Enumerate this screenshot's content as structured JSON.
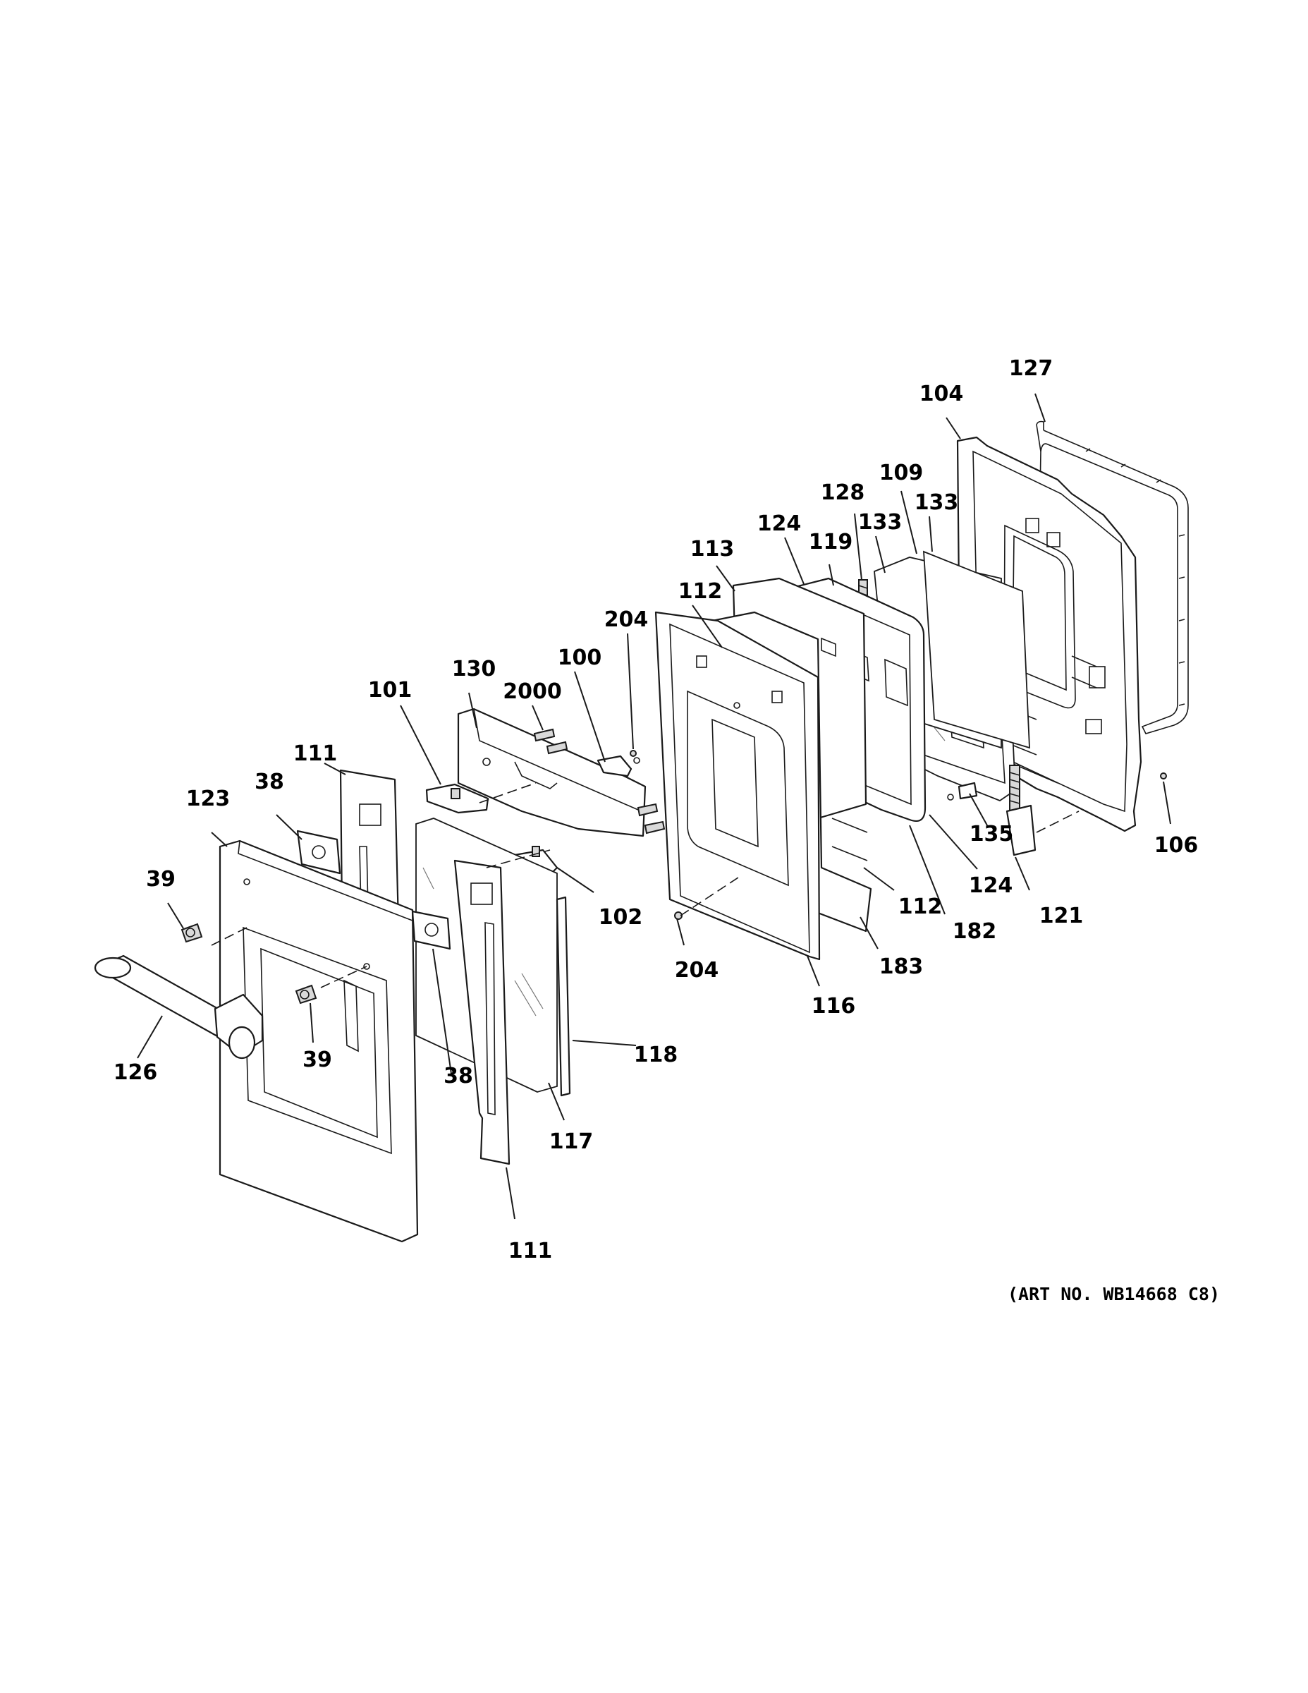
{
  "callouts": [
    {
      "id": "c127",
      "label": "127"
    },
    {
      "id": "c104",
      "label": "104"
    },
    {
      "id": "c109",
      "label": "109"
    },
    {
      "id": "c128",
      "label": "128"
    },
    {
      "id": "c133a",
      "label": "133"
    },
    {
      "id": "c133b",
      "label": "133"
    },
    {
      "id": "c124a",
      "label": "124"
    },
    {
      "id": "c119",
      "label": "119"
    },
    {
      "id": "c113",
      "label": "113"
    },
    {
      "id": "c112a",
      "label": "112"
    },
    {
      "id": "c204a",
      "label": "204"
    },
    {
      "id": "c100",
      "label": "100"
    },
    {
      "id": "c130",
      "label": "130"
    },
    {
      "id": "c2000",
      "label": "2000"
    },
    {
      "id": "c101",
      "label": "101"
    },
    {
      "id": "c111a",
      "label": "111"
    },
    {
      "id": "c38a",
      "label": "38"
    },
    {
      "id": "c123",
      "label": "123"
    },
    {
      "id": "c39a",
      "label": "39"
    },
    {
      "id": "c102",
      "label": "102"
    },
    {
      "id": "c135",
      "label": "135"
    },
    {
      "id": "c106",
      "label": "106"
    },
    {
      "id": "c124b",
      "label": "124"
    },
    {
      "id": "c112b",
      "label": "112"
    },
    {
      "id": "c121",
      "label": "121"
    },
    {
      "id": "c182",
      "label": "182"
    },
    {
      "id": "c204b",
      "label": "204"
    },
    {
      "id": "c183",
      "label": "183"
    },
    {
      "id": "c116",
      "label": "116"
    },
    {
      "id": "c39b",
      "label": "39"
    },
    {
      "id": "c38b",
      "label": "38"
    },
    {
      "id": "c118",
      "label": "118"
    },
    {
      "id": "c126",
      "label": "126"
    },
    {
      "id": "c117",
      "label": "117"
    },
    {
      "id": "c111b",
      "label": "111"
    }
  ],
  "art_number": "(ART NO. WB14668 C8)"
}
